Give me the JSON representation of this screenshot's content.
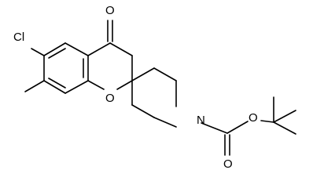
{
  "molecule": {
    "atoms": {
      "cl": "Cl",
      "o_ketone": "O",
      "o_ring": "O",
      "n": "N",
      "o_carbonyl": "O",
      "o_ester": "O"
    },
    "colors": {
      "bond": "#000000",
      "label": "#000000",
      "background": "#ffffff"
    }
  }
}
